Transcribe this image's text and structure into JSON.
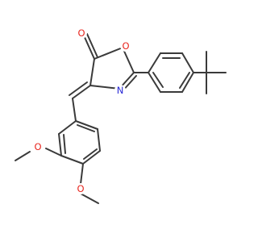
{
  "molecule": {
    "atoms": {
      "carbonyl_oxygen": "O",
      "ring_oxygen": "O",
      "ring_nitrogen": "N",
      "methoxy_oxygen_upper": "O",
      "methoxy_oxygen_lower": "O"
    }
  }
}
